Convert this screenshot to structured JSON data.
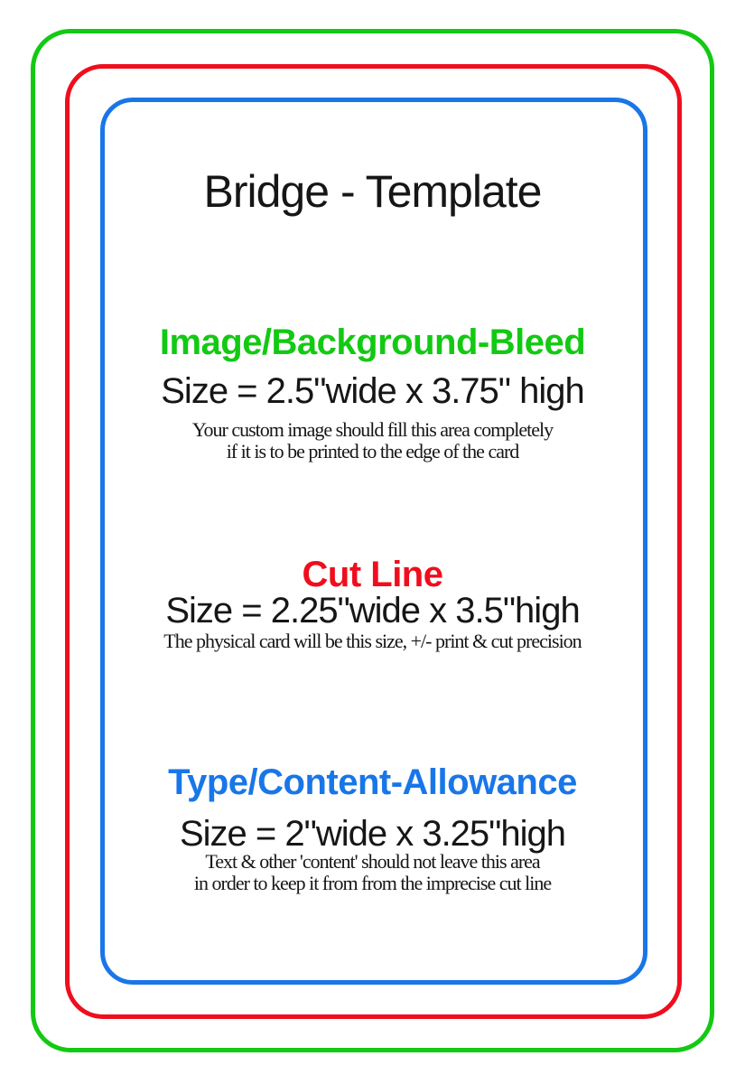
{
  "title": "Bridge - Template",
  "colors": {
    "bleed_green": "#13C913",
    "cut_red": "#EF0E1E",
    "content_blue": "#1976E8",
    "text": "#161616",
    "background": "#FFFFFF"
  },
  "frames": [
    {
      "name": "image-bleed-outline",
      "color": "#13C913"
    },
    {
      "name": "cut-line-outline",
      "color": "#EF0E1E"
    },
    {
      "name": "content-allowance-outline",
      "color": "#1976E8"
    }
  ],
  "sections": [
    {
      "heading": "Image/Background-Bleed",
      "color": "#13C913",
      "size_line": "Size = 2.5\"wide x 3.75\" high",
      "description_lines": [
        "Your custom image should fill this area completely",
        "if it is to be printed to the edge of the card"
      ]
    },
    {
      "heading": "Cut Line",
      "color": "#EF0E1E",
      "size_line": "Size = 2.25\"wide x 3.5\"high",
      "description_lines": [
        "The physical card will be this size, +/- print & cut precision"
      ]
    },
    {
      "heading": "Type/Content-Allowance",
      "color": "#1976E8",
      "size_line": "Size = 2\"wide x 3.25\"high",
      "description_lines": [
        "Text & other 'content' should not leave this area",
        "in order to keep it from from the imprecise cut line"
      ]
    }
  ]
}
